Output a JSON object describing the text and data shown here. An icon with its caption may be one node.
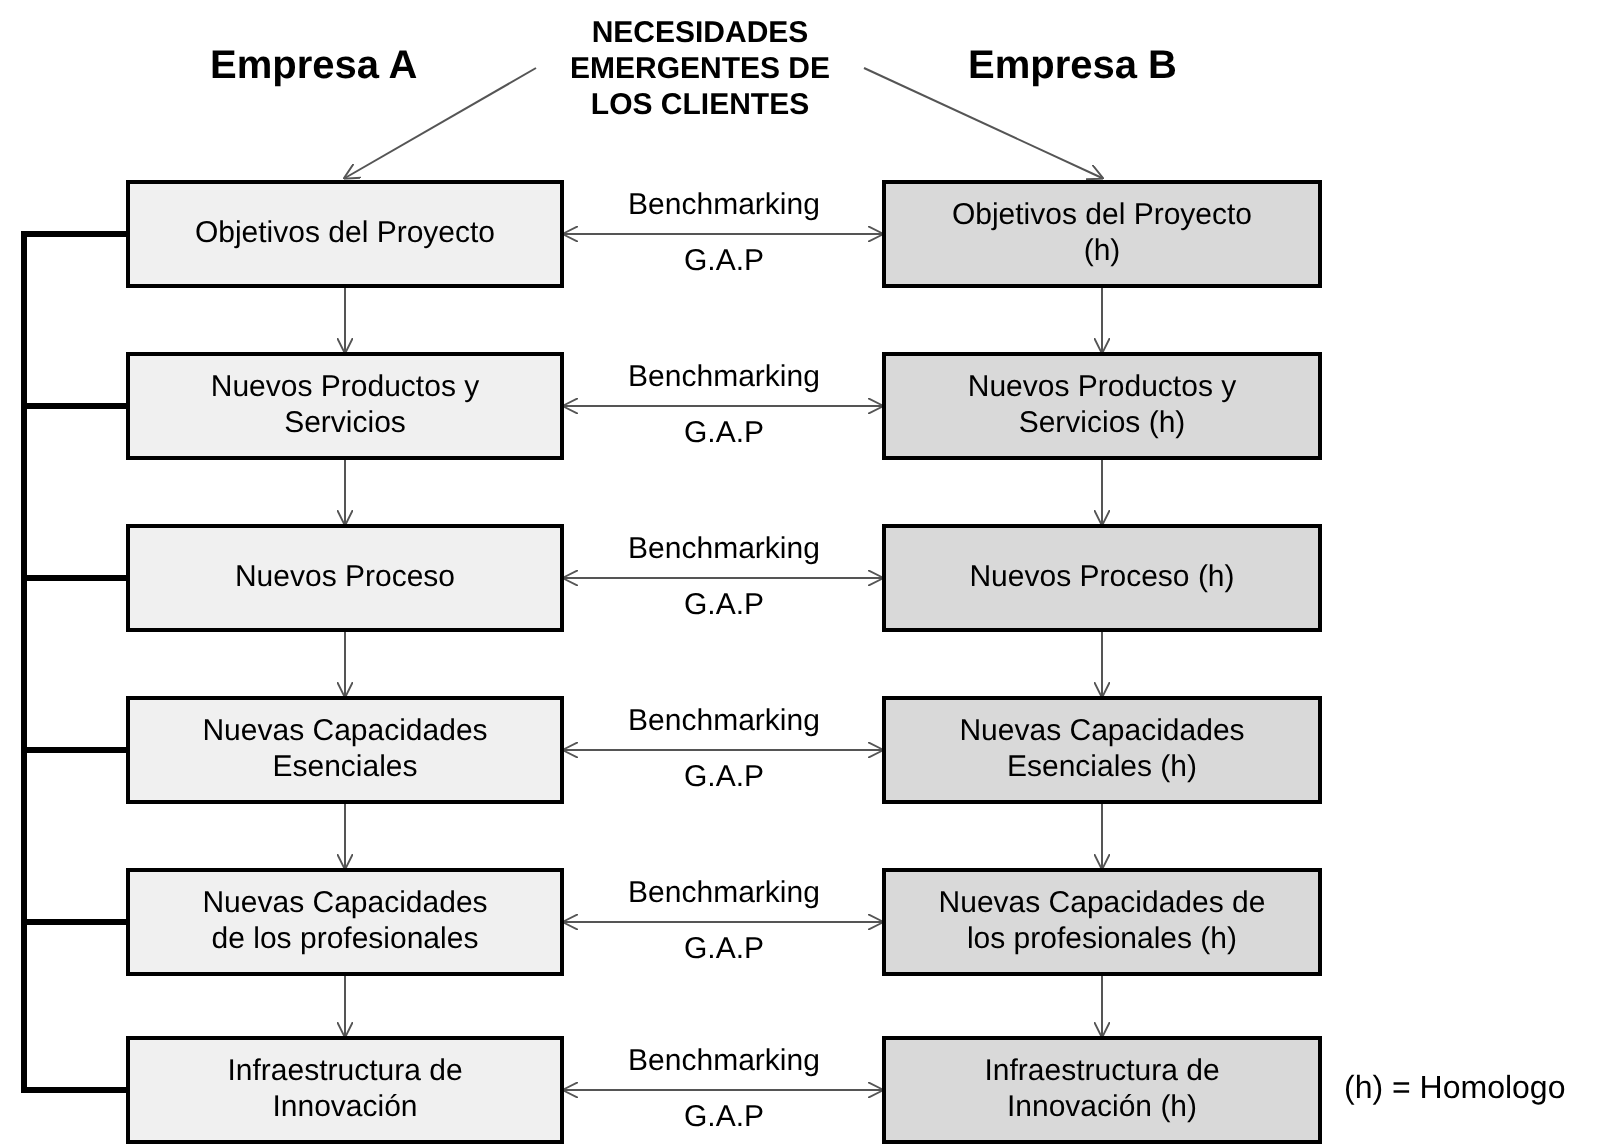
{
  "diagram": {
    "nodes": [
      {
        "text": [
          "NECESIDADES EMERGENTES DE LOS CLIENTES"
        ]
      },
      {
        "text": [
          "Objetivos del Proyecto"
        ]
      },
      {
        "text": [
          "Nuevos Productos y Servicios"
        ]
      },
      {
        "text": [
          "Nuevos Proceso"
        ]
      },
      {
        "text": [
          "Nuevas Capacidades Esenciales"
        ]
      },
      {
        "text": [
          "Nuevas Capacidades de los profesionales"
        ]
      },
      {
        "text": [
          "Infraestructura de Innovación"
        ]
      },
      {
        "text": [
          "Objetivos del Proyecto (h)"
        ]
      },
      {
        "text": [
          "Nuevos Productos y Servicios (h)"
        ]
      },
      {
        "text": [
          "Nuevos Proceso (h)"
        ]
      },
      {
        "text": [
          "Nuevas Capacidades Esenciales (h)"
        ]
      },
      {
        "text": [
          "Nuevas Capacidades de los profesionales (h)"
        ]
      },
      {
        "text": [
          "Infraestructura de Innovación (h)"
        ]
      }
    ],
    "edges": [
      {
        "from": 0,
        "to": 1,
        "arrow": "to"
      },
      {
        "from": 0,
        "to": 7,
        "arrow": "to"
      },
      {
        "from": 1,
        "to": 2,
        "arrow": "to"
      },
      {
        "from": 2,
        "to": 3,
        "arrow": "to"
      },
      {
        "from": 3,
        "to": 4,
        "arrow": "to"
      },
      {
        "from": 4,
        "to": 5,
        "arrow": "to"
      },
      {
        "from": 5,
        "to": 6,
        "arrow": "to"
      },
      {
        "from": 7,
        "to": 8,
        "arrow": "to"
      },
      {
        "from": 8,
        "to": 9,
        "arrow": "to"
      },
      {
        "from": 9,
        "to": 10,
        "arrow": "to"
      },
      {
        "from": 10,
        "to": 11,
        "arrow": "to"
      },
      {
        "from": 11,
        "to": 12,
        "arrow": "to"
      },
      {
        "from": 1,
        "to": 7,
        "arrow": "both",
        "label": "Benchmarking"
      },
      {
        "from": 2,
        "to": 8,
        "arrow": "both",
        "label": "Benchmarking"
      },
      {
        "from": 3,
        "to": 9,
        "arrow": "both",
        "label": "Benchmarking"
      },
      {
        "from": 4,
        "to": 10,
        "arrow": "both",
        "label": "Benchmarking"
      },
      {
        "from": 5,
        "to": 11,
        "arrow": "both",
        "label": "Benchmarking"
      },
      {
        "from": 6,
        "to": 12,
        "arrow": "both",
        "label": "Benchmarking"
      },
      {
        "from": 1,
        "to": 2,
        "arrow": "none",
        "style": "thick"
      },
      {
        "from": 1,
        "to": 3,
        "arrow": "none",
        "style": "thick"
      },
      {
        "from": 1,
        "to": 4,
        "arrow": "none",
        "style": "thick"
      },
      {
        "from": 1,
        "to": 5,
        "arrow": "none",
        "style": "thick"
      },
      {
        "from": 1,
        "to": 6,
        "arrow": "none",
        "style": "thick"
      }
    ],
    "labels": [
      "Empresa A",
      "Empresa B",
      "G.A.P",
      "G.A.P",
      "G.A.P",
      "G.A.P",
      "G.A.P",
      "G.A.P",
      "(h) = Homologo"
    ]
  }
}
